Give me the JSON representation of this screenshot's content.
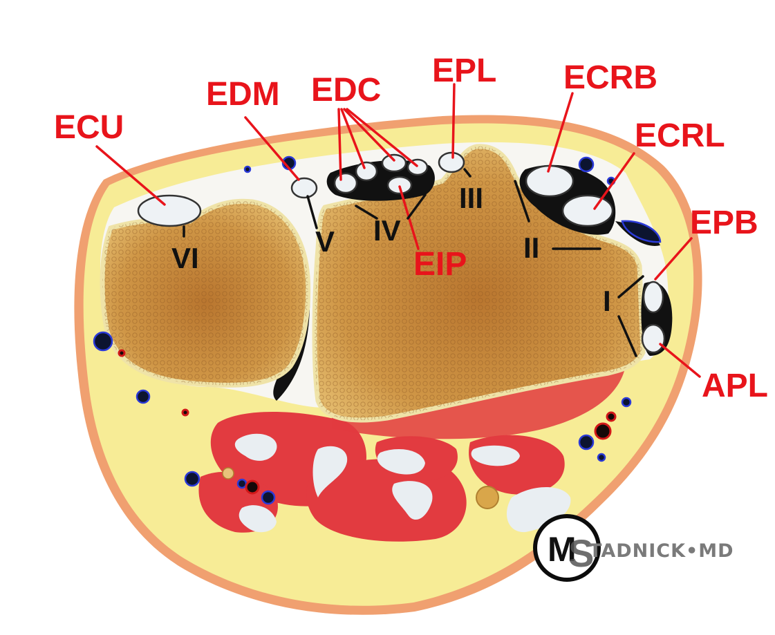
{
  "labels": {
    "ecu": "ECU",
    "edm": "EDM",
    "edc": "EDC",
    "epl": "EPL",
    "ecrb": "ECRB",
    "ecrl": "ECRL",
    "epb": "EPB",
    "apl": "APL",
    "eip": "EIP"
  },
  "compartments": {
    "i": "I",
    "ii": "II",
    "iii": "III",
    "iv": "IV",
    "v": "V",
    "vi": "VI"
  },
  "logo": {
    "monogram_m": "M",
    "monogram_s": "S",
    "text": "TADNICK•MD"
  },
  "colors": {
    "label_red": "#e8141b",
    "compartment_black": "#111111",
    "bone": "#c98d3f",
    "fat": "#f7ec96",
    "muscle": "#e23b40"
  }
}
